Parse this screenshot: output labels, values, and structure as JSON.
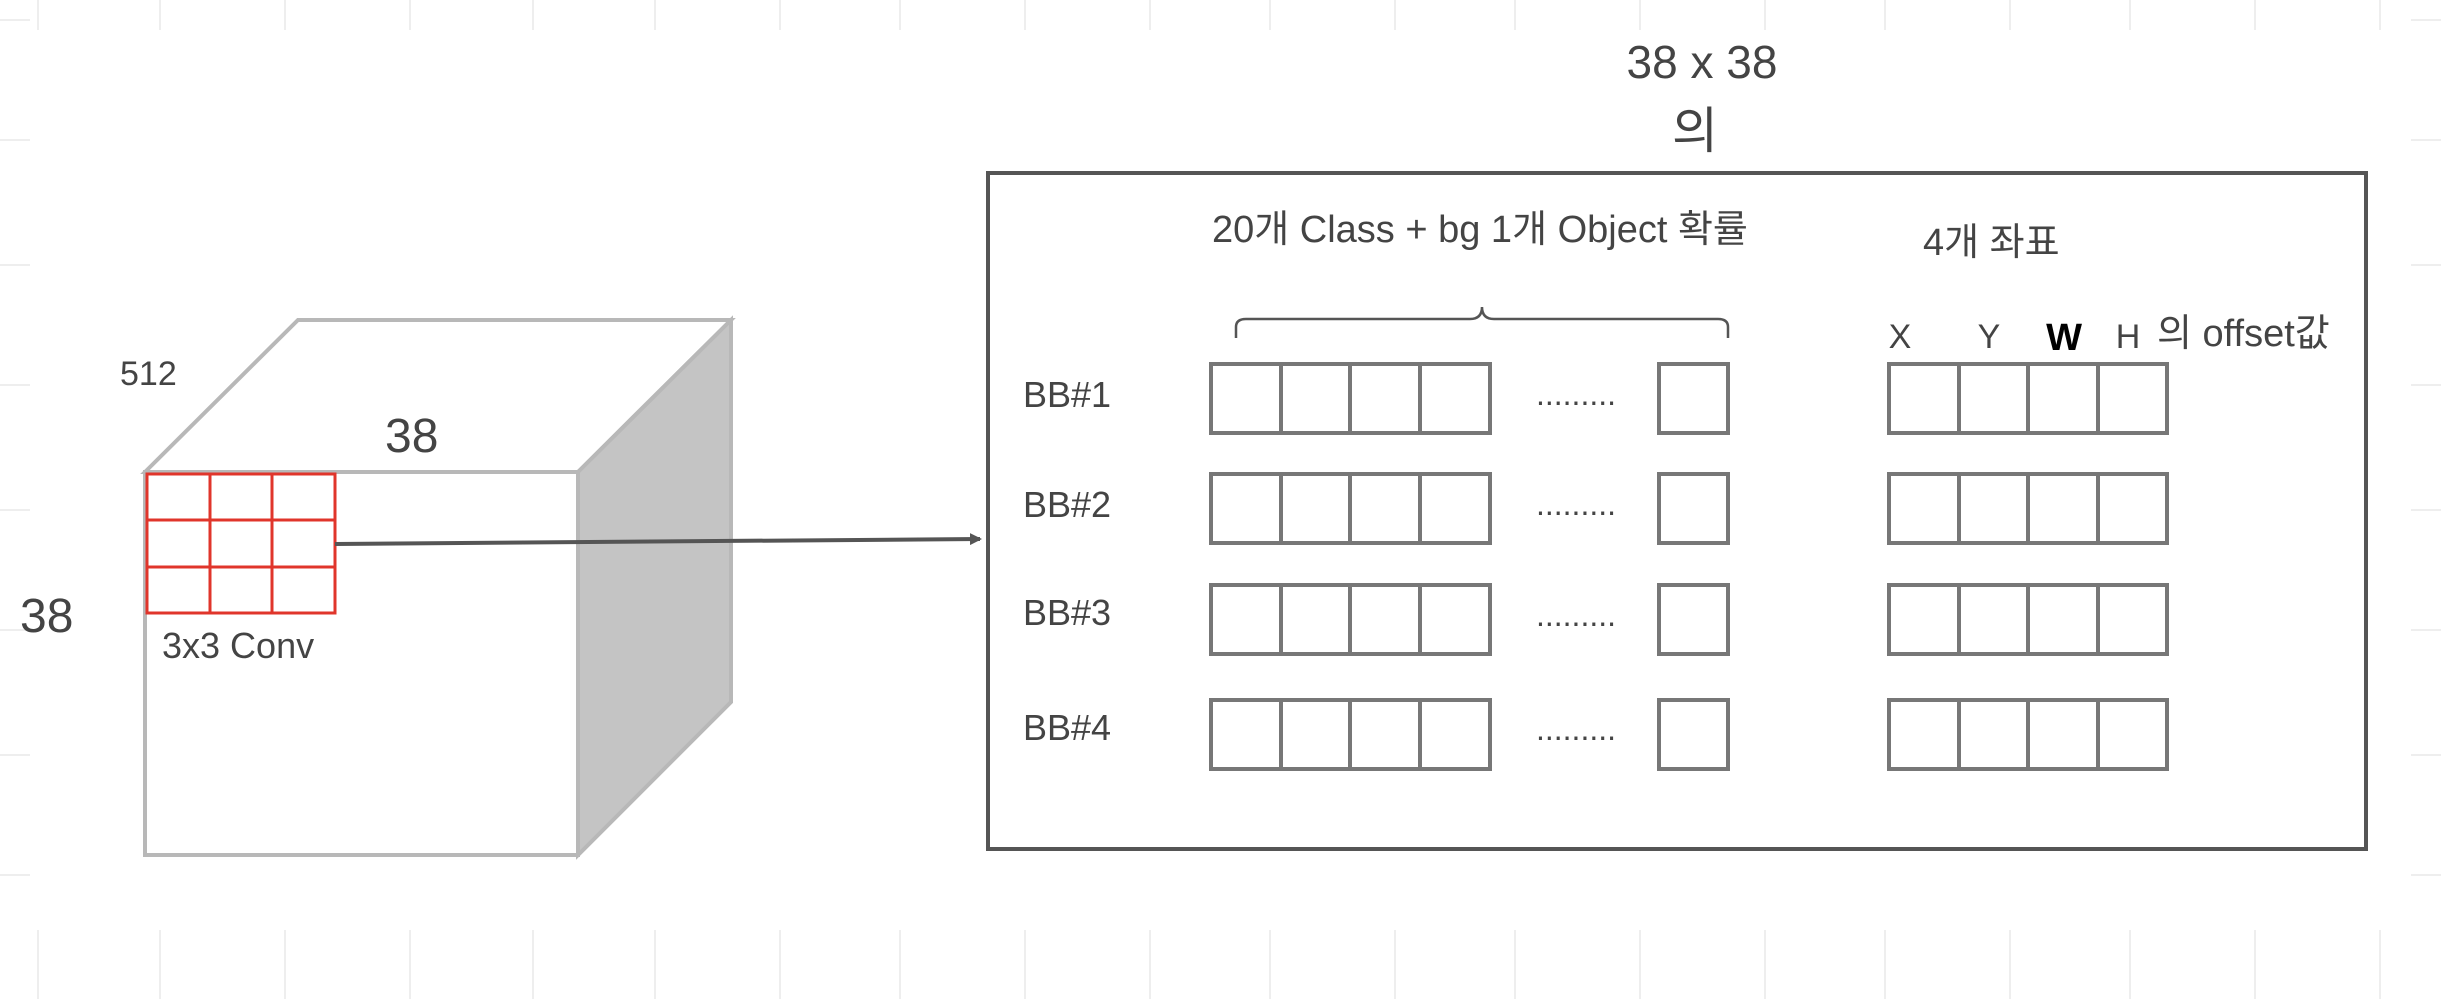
{
  "header": {
    "title_line1": "38 x 38",
    "title_line2": "의"
  },
  "cube": {
    "depth_label": "512",
    "width_label": "38",
    "height_label": "38",
    "kernel_label": "3x3 Conv",
    "kernel_color": "#e0352b"
  },
  "output_box": {
    "class_header": "20개 Class + bg 1개 Object 확률",
    "coord_header": "4개 좌표",
    "coord_columns": [
      "X",
      "Y",
      "W",
      "H"
    ],
    "coord_suffix": "의 offset값",
    "ellipsis": ".........",
    "rows": [
      {
        "label": "BB#1"
      },
      {
        "label": "BB#2"
      },
      {
        "label": "BB#3"
      },
      {
        "label": "BB#4"
      }
    ]
  },
  "colors": {
    "text": "#444444",
    "cell_border": "#777777",
    "box_border": "#555555",
    "cube_edge": "#b8b8b8",
    "cube_side": "#c4c4c4",
    "grid": "#eeeeee"
  }
}
